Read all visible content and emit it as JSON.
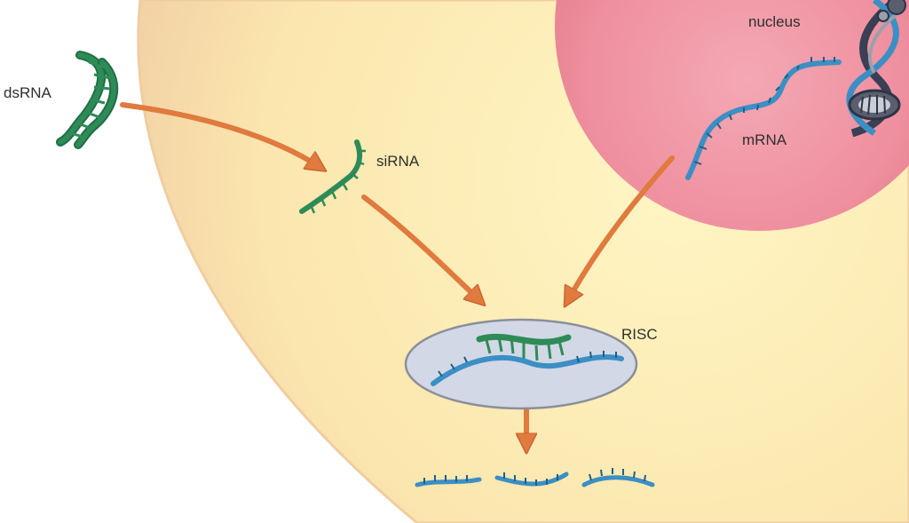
{
  "labels": {
    "dsrna": "dsRNA",
    "sirna": "siRNA",
    "mrna": "mRNA",
    "nucleus": "nucleus",
    "risc": "RISC"
  },
  "colors": {
    "cytoplasm": "#fbe8b4",
    "nucleus": "#ee8e9e",
    "risc_fill": "#d2d8e6",
    "risc_stroke": "#8a8f99",
    "arrow": "#e07a3e",
    "sirna_strand": "#2e8b57",
    "mrna_strand": "#3b8fc4",
    "dna_dark": "#3a3f55"
  },
  "icons": [
    "dna-double-helix-icon"
  ]
}
